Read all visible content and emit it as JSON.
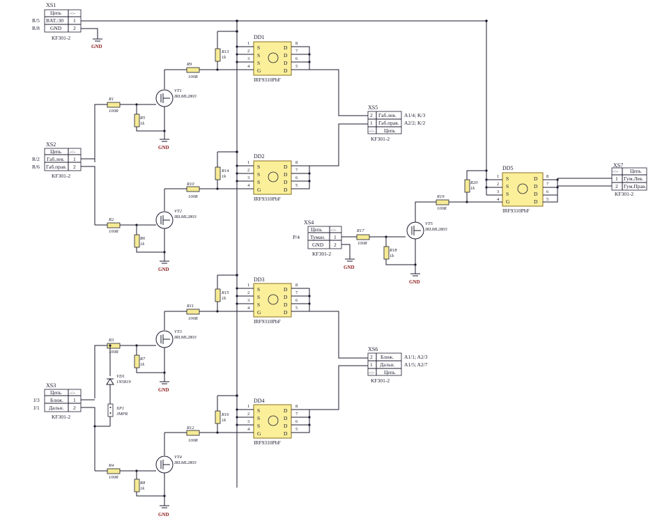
{
  "connectors": {
    "xs1": {
      "ref": "XS1",
      "model": "KF301-2",
      "header": "Цепь",
      "rows": [
        {
          "name": "BAT.:30",
          "pin": "1"
        },
        {
          "name": "GND",
          "pin": "2"
        }
      ],
      "nets": [
        "R/5",
        "R/8"
      ]
    },
    "xs2": {
      "ref": "XS2",
      "model": "KF301-2",
      "header": "Цепь",
      "rows": [
        {
          "name": "Габ.лев.",
          "pin": "1"
        },
        {
          "name": "Габ.прав.",
          "pin": "2"
        }
      ],
      "nets": [
        "R/2",
        "R/6"
      ]
    },
    "xs3": {
      "ref": "XS3",
      "model": "KF301-2",
      "header": "Цепь",
      "rows": [
        {
          "name": "Ближ.",
          "pin": "1"
        },
        {
          "name": "Дальн.",
          "pin": "2"
        }
      ],
      "nets": [
        "J/3",
        "J/1"
      ]
    },
    "xs4": {
      "ref": "XS4",
      "model": "KF301-2",
      "header": "Цепь",
      "rows": [
        {
          "name": "Туман.",
          "pin": "1"
        },
        {
          "name": "GND",
          "pin": "2"
        }
      ],
      "nets": [
        "P/4"
      ]
    },
    "xs5": {
      "ref": "XS5",
      "model": "KF301-2",
      "header": "Цепь",
      "rows": [
        {
          "name": "Габ.лев.",
          "pin": "2"
        },
        {
          "name": "Габ.прав.",
          "pin": "1"
        }
      ],
      "nets": [
        "A1/4; K/3",
        "A2/2; K/2"
      ]
    },
    "xs6": {
      "ref": "XS6",
      "model": "KF301-2",
      "header": "Цепь",
      "rows": [
        {
          "name": "Ближ.",
          "pin": "2"
        },
        {
          "name": "Дальн.",
          "pin": "1"
        }
      ],
      "nets": [
        "A1/1; A2/3",
        "A1/5; A2/7"
      ]
    },
    "xs7": {
      "ref": "XS7",
      "model": "KF301-2",
      "header": "Цепь",
      "rows": [
        {
          "name": "Гум.Лев.",
          "pin": "1"
        },
        {
          "name": "Гум.Прав.",
          "pin": "2"
        }
      ]
    }
  },
  "chips": {
    "dd1": {
      "ref": "DD1",
      "part": "IRF9310PbF"
    },
    "dd2": {
      "ref": "DD2",
      "part": "IRF9310PbF"
    },
    "dd3": {
      "ref": "DD3",
      "part": "IRF9310PbF"
    },
    "dd4": {
      "ref": "DD4",
      "part": "IRF9310PbF"
    },
    "dd5": {
      "ref": "DD5",
      "part": "IRF9310PbF"
    },
    "left_pin_letters": [
      "S",
      "S",
      "S",
      "G"
    ],
    "left_pin_numbers": [
      "1",
      "2",
      "3",
      "4"
    ],
    "right_pin_letters": [
      "D",
      "D",
      "D",
      "D"
    ],
    "right_pin_numbers": [
      "8",
      "7",
      "6",
      "5"
    ],
    "xs_pin_marker": "-○-"
  },
  "transistors": {
    "vt1": {
      "ref": "VT1",
      "part": "IRLML2803"
    },
    "vt2": {
      "ref": "VT2",
      "part": "IRLML2803"
    },
    "vt3": {
      "ref": "VT3",
      "part": "IRLML2803"
    },
    "vt4": {
      "ref": "VT4",
      "part": "IRLML2803"
    },
    "vt5": {
      "ref": "VT5",
      "part": "IRLML2803"
    }
  },
  "resistors": {
    "r1": {
      "ref": "R1",
      "value": "100R"
    },
    "r2": {
      "ref": "R2",
      "value": "100R"
    },
    "r3": {
      "ref": "R3",
      "value": "100R"
    },
    "r4": {
      "ref": "R4",
      "value": "100R"
    },
    "r5": {
      "ref": "R5",
      "value": "1k"
    },
    "r6": {
      "ref": "R6",
      "value": "1k"
    },
    "r7": {
      "ref": "R7",
      "value": "1k"
    },
    "r8": {
      "ref": "R8",
      "value": "1k"
    },
    "r9": {
      "ref": "R9",
      "value": "100R"
    },
    "r10": {
      "ref": "R10",
      "value": "100R"
    },
    "r11": {
      "ref": "R11",
      "value": "100R"
    },
    "r12": {
      "ref": "R12",
      "value": "100R"
    },
    "r13": {
      "ref": "R13",
      "value": "1k"
    },
    "r14": {
      "ref": "R14",
      "value": "1k"
    },
    "r15": {
      "ref": "R15",
      "value": "1k"
    },
    "r16": {
      "ref": "R16",
      "value": "1k"
    },
    "r17": {
      "ref": "R17",
      "value": "100R"
    },
    "r18": {
      "ref": "R18",
      "value": "1k"
    },
    "r19": {
      "ref": "R19",
      "value": "100R"
    },
    "r20": {
      "ref": "R20",
      "value": "1k"
    }
  },
  "diode": {
    "ref": "VD1",
    "part": "1N5819"
  },
  "jumper": {
    "ref": "XP1",
    "part": "JMPR"
  },
  "ground_label": "GND",
  "colors": {
    "wire": "#1a1a2e",
    "chip_fill": "#fbef9a",
    "chip_stroke": "#8a6d1f",
    "ground_text": "#8b1a1a"
  }
}
